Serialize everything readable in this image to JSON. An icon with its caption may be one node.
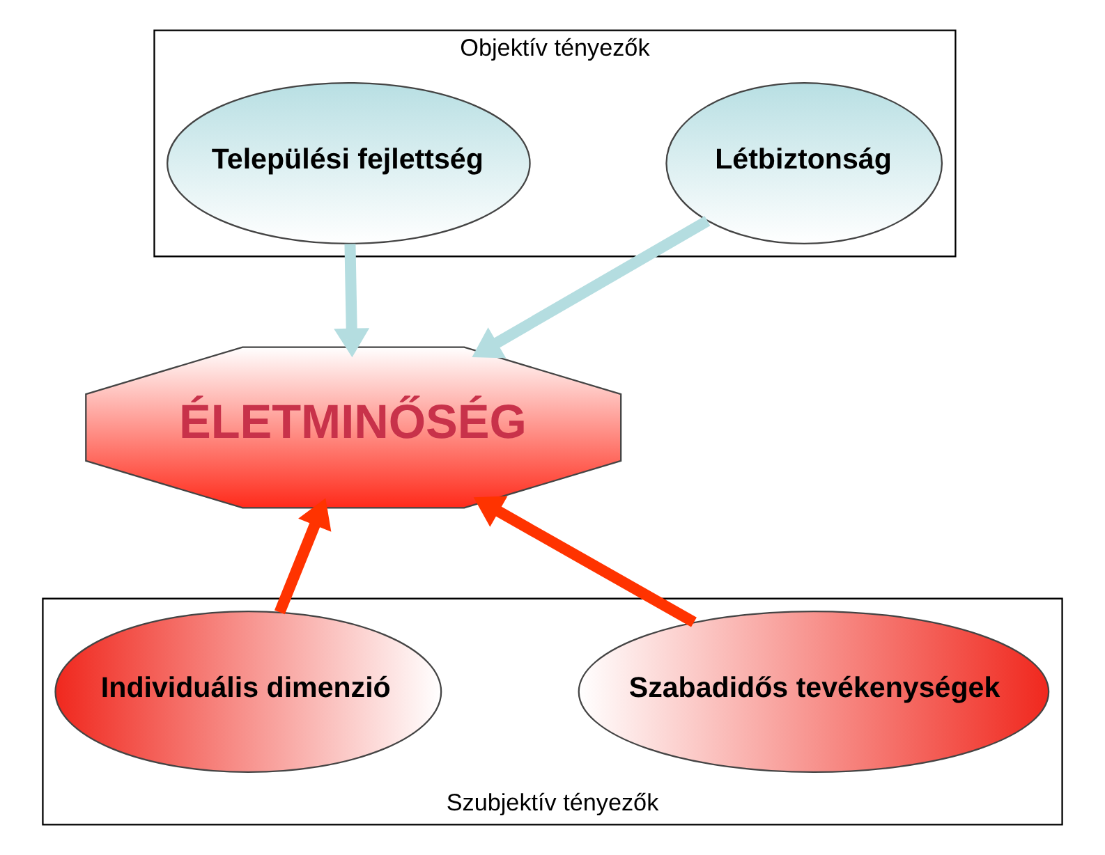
{
  "diagram": {
    "nodes": [
      {
        "text": [
          "Objektív tényezők"
        ]
      },
      {
        "text": [
          "Létbiztonság"
        ],
        "in": 0
      },
      {
        "text": [
          "Települési fejlettség"
        ],
        "in": 0
      },
      {
        "text": [
          "ÉLETMINŐSÉG"
        ]
      },
      {
        "text": [
          "Szubjektív tényezők"
        ]
      },
      {
        "text": [
          "Szabadidős tevékenységek"
        ],
        "in": 4
      },
      {
        "text": [
          "Individuális dimenzió"
        ],
        "in": 4
      }
    ],
    "edges": [
      {
        "from": 1,
        "to": 3,
        "arrow": "to",
        "color": "#b4dde0"
      },
      {
        "from": 2,
        "to": 3,
        "arrow": "to",
        "color": "#b4dde0"
      },
      {
        "from": 5,
        "to": 3,
        "arrow": "to",
        "color": "#ff3300"
      },
      {
        "from": 6,
        "to": 3,
        "arrow": "to",
        "color": "#ff3300"
      }
    ]
  }
}
